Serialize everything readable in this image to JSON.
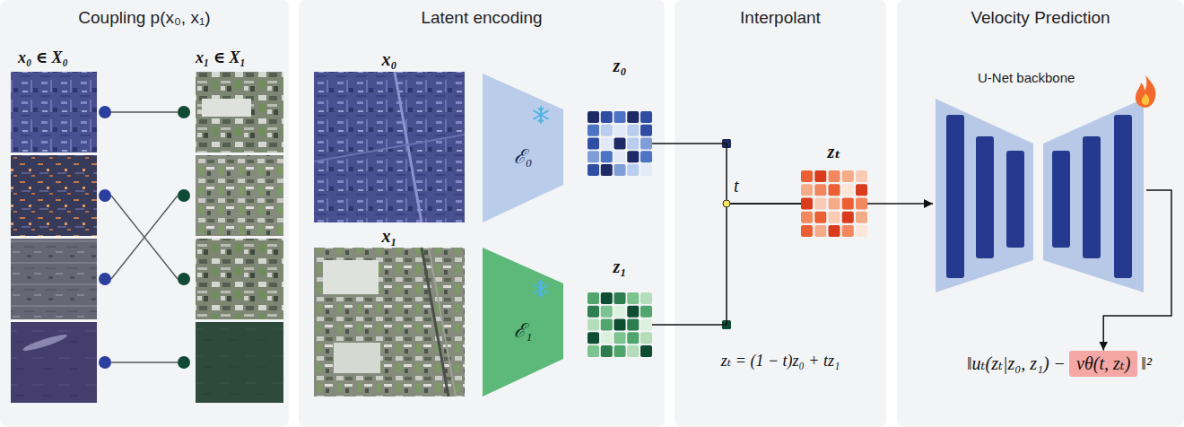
{
  "diagram": {
    "nodes": [
      {
        "text": [
          "Coupling p(x₀, x₁)"
        ]
      },
      {
        "text": [
          "Latent encoding"
        ]
      },
      {
        "text": [
          "x₀"
        ],
        "in": 1
      },
      {
        "text": [
          "ℰ₀"
        ],
        "in": 1
      },
      {
        "text": [
          "z₀"
        ],
        "in": 1
      },
      {
        "text": [
          "x₁"
        ],
        "in": 1
      },
      {
        "text": [
          "ℰ₁"
        ],
        "in": 1
      },
      {
        "text": [
          "z₁"
        ],
        "in": 1
      },
      {
        "text": [
          "Interpolant"
        ]
      },
      {
        "text": [
          "zₜ"
        ],
        "in": 8
      },
      {
        "text": [
          "Velocity Prediction"
        ]
      },
      {
        "text": [
          "U-Net backbone"
        ],
        "in": 10
      },
      {
        "text": [
          "‖uₜ(zₜ|z₀, z₁) −",
          "‖²"
        ],
        "in": 10
      },
      {
        "text": [
          "vθ(t, zₜ)"
        ],
        "in": 12
      }
    ],
    "edges": [
      {
        "from": 4,
        "to": 9,
        "arrow": "none"
      },
      {
        "from": 7,
        "to": 9,
        "arrow": "none"
      },
      {
        "from": 9,
        "to": 11,
        "arrow": "to"
      },
      {
        "from": 11,
        "to": 13,
        "arrow": "to"
      }
    ],
    "labels": [
      "x₀ ∈ X₀",
      "x₁ ∈ X₁",
      "t",
      "zₜ = (1 − t)z₀ + tz₁"
    ]
  }
}
